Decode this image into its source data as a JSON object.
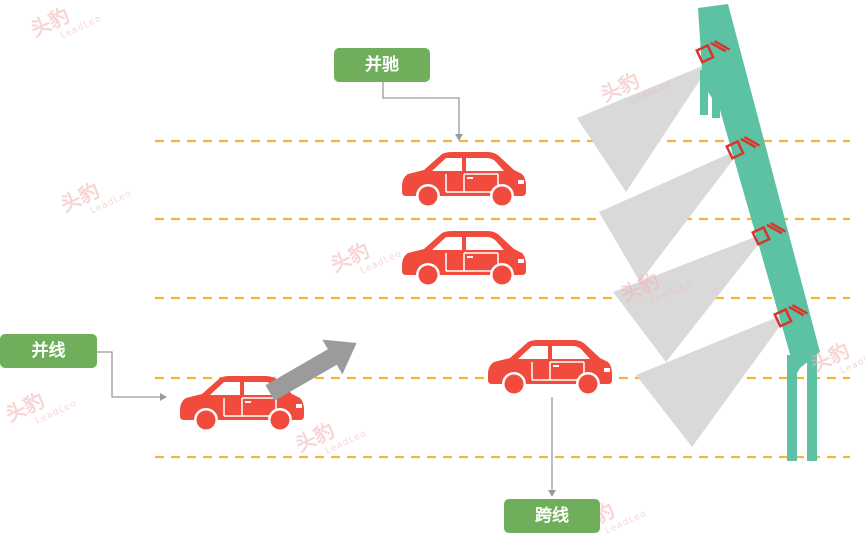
{
  "labels": {
    "parallel": "并驰",
    "merge": "并线",
    "cross": "跨线"
  },
  "watermark": {
    "brand": "头豹",
    "sub": "LeadLeo"
  },
  "colors": {
    "car": "#f04b3c",
    "lane_line": "#f3b63a",
    "pole": "#5dc2a3",
    "beam": "#d6d6d6",
    "label_bg": "#6fae5a",
    "arrow": "#9b9b9b"
  },
  "icons": [
    "car-icon",
    "radar-sensor-icon",
    "arrow-icon"
  ]
}
